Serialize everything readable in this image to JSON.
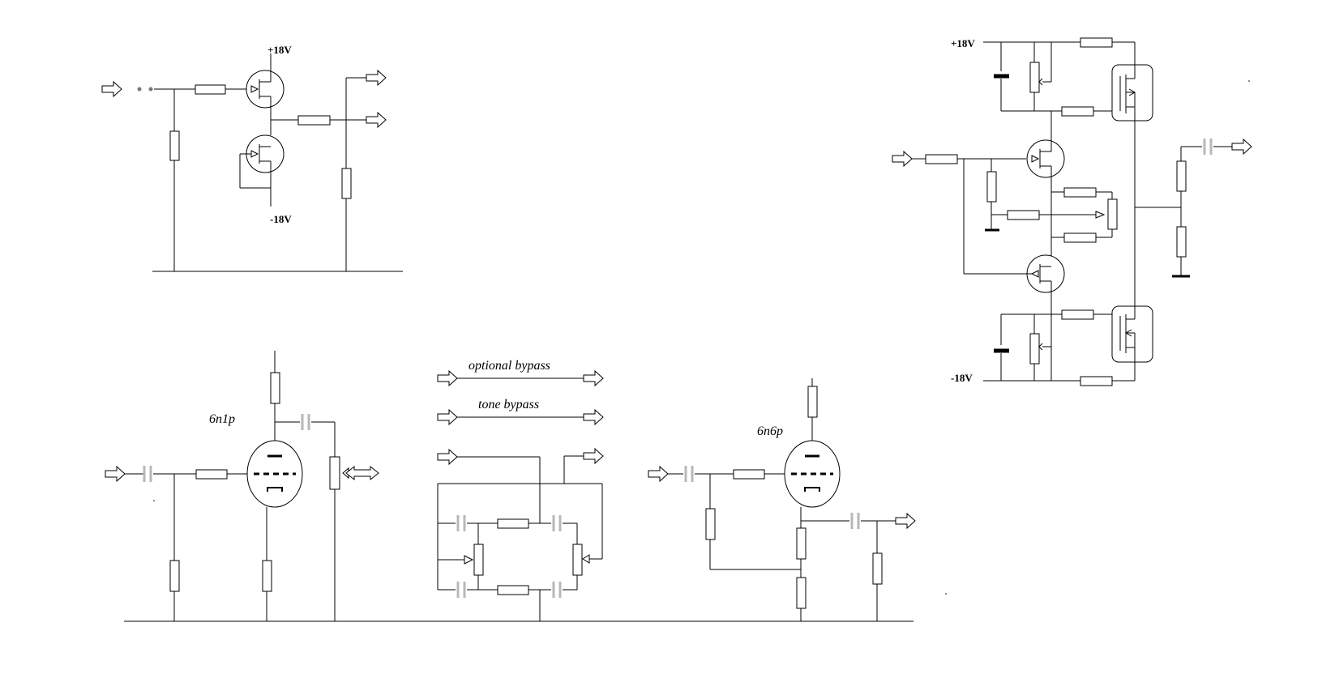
{
  "labels": {
    "jfet_pos_rail": "+18V",
    "jfet_neg_rail": "-18V",
    "mosfet_pos_rail": "+18V",
    "mosfet_neg_rail": "-18V",
    "tube1": "6n1p",
    "tube2": "6n6p",
    "optional_bypass": "optional bypass",
    "tone_bypass": "tone bypass"
  }
}
